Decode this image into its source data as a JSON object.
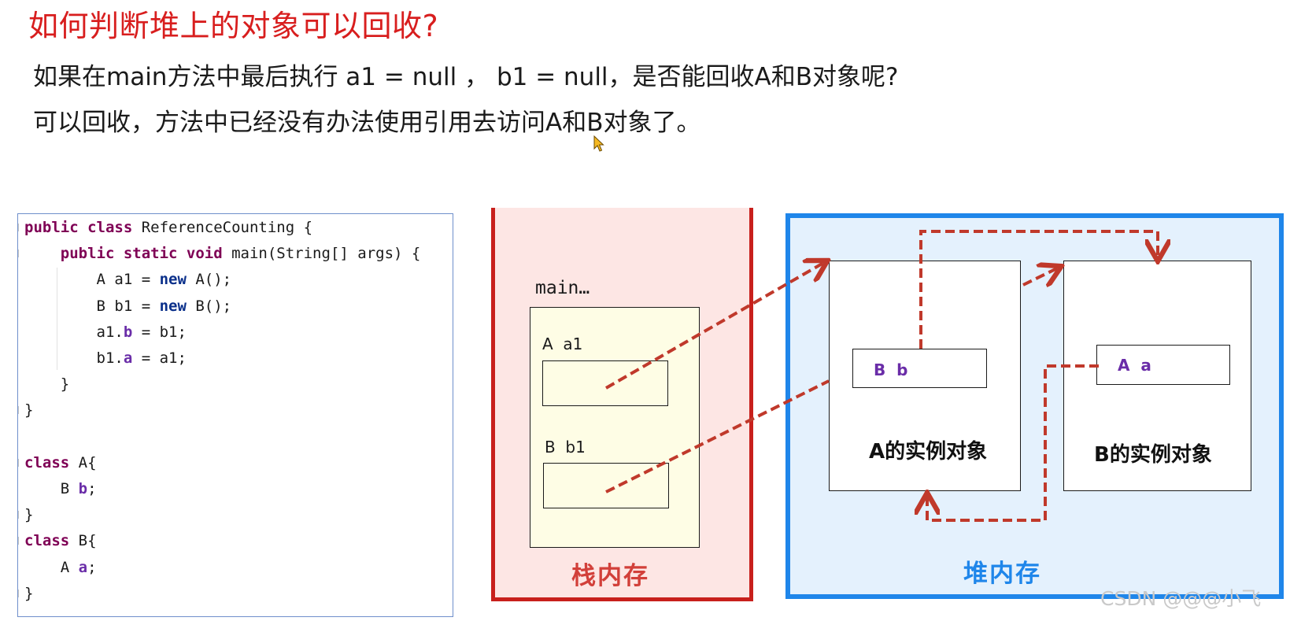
{
  "header": {
    "title": "如何判断堆上的对象可以回收?",
    "question": "如果在main方法中最后执行 a1 = null ， b1 = null，是否能回收A和B对象呢?",
    "answer": "可以回收，方法中已经没有办法使用引用去访问A和B对象了。"
  },
  "code": {
    "lines": [
      [
        {
          "t": "public class ",
          "c": "kw"
        },
        {
          "t": "ReferenceCounting {",
          "c": ""
        }
      ],
      [
        {
          "t": "    public static void ",
          "c": "kw"
        },
        {
          "t": "main(String[] args) {",
          "c": ""
        }
      ],
      [
        {
          "t": "        A a1 = ",
          "c": ""
        },
        {
          "t": "new ",
          "c": "kw2"
        },
        {
          "t": "A();",
          "c": ""
        }
      ],
      [
        {
          "t": "        B b1 = ",
          "c": ""
        },
        {
          "t": "new ",
          "c": "kw2"
        },
        {
          "t": "B();",
          "c": ""
        }
      ],
      [
        {
          "t": "        a1.",
          "c": ""
        },
        {
          "t": "b",
          "c": "fld"
        },
        {
          "t": " = b1;",
          "c": ""
        }
      ],
      [
        {
          "t": "        b1.",
          "c": ""
        },
        {
          "t": "a",
          "c": "fld"
        },
        {
          "t": " = a1;",
          "c": ""
        }
      ],
      [
        {
          "t": "    }",
          "c": ""
        }
      ],
      [
        {
          "t": "}",
          "c": ""
        }
      ],
      [
        {
          "t": "",
          "c": ""
        }
      ],
      [
        {
          "t": "class ",
          "c": "kw"
        },
        {
          "t": "A{",
          "c": ""
        }
      ],
      [
        {
          "t": "    B ",
          "c": ""
        },
        {
          "t": "b",
          "c": "fld"
        },
        {
          "t": ";",
          "c": ""
        }
      ],
      [
        {
          "t": "}",
          "c": ""
        }
      ],
      [
        {
          "t": "class ",
          "c": "kw"
        },
        {
          "t": "B{",
          "c": ""
        }
      ],
      [
        {
          "t": "    A ",
          "c": ""
        },
        {
          "t": "a",
          "c": "fld"
        },
        {
          "t": ";",
          "c": ""
        }
      ],
      [
        {
          "t": "}",
          "c": ""
        }
      ]
    ]
  },
  "stack": {
    "label": "栈内存",
    "frame_label": "main…",
    "var_a1_label": "A  a1",
    "var_b1_label": "B  b1"
  },
  "heap": {
    "label": "堆内存",
    "obj_a_title": "A的实例对象",
    "obj_b_title": "B的实例对象",
    "field_b_label": "B  b",
    "field_a_label": "A  a"
  },
  "colors": {
    "title": "#d81e1e",
    "stack_border": "#c8201c",
    "stack_fill": "#fde6e4",
    "heap_border": "#1f86ea",
    "heap_fill": "#e4f1fd",
    "arrow": "#c0392b",
    "field_text": "#6a2da8"
  },
  "watermark": "CSDN @@@小飞"
}
